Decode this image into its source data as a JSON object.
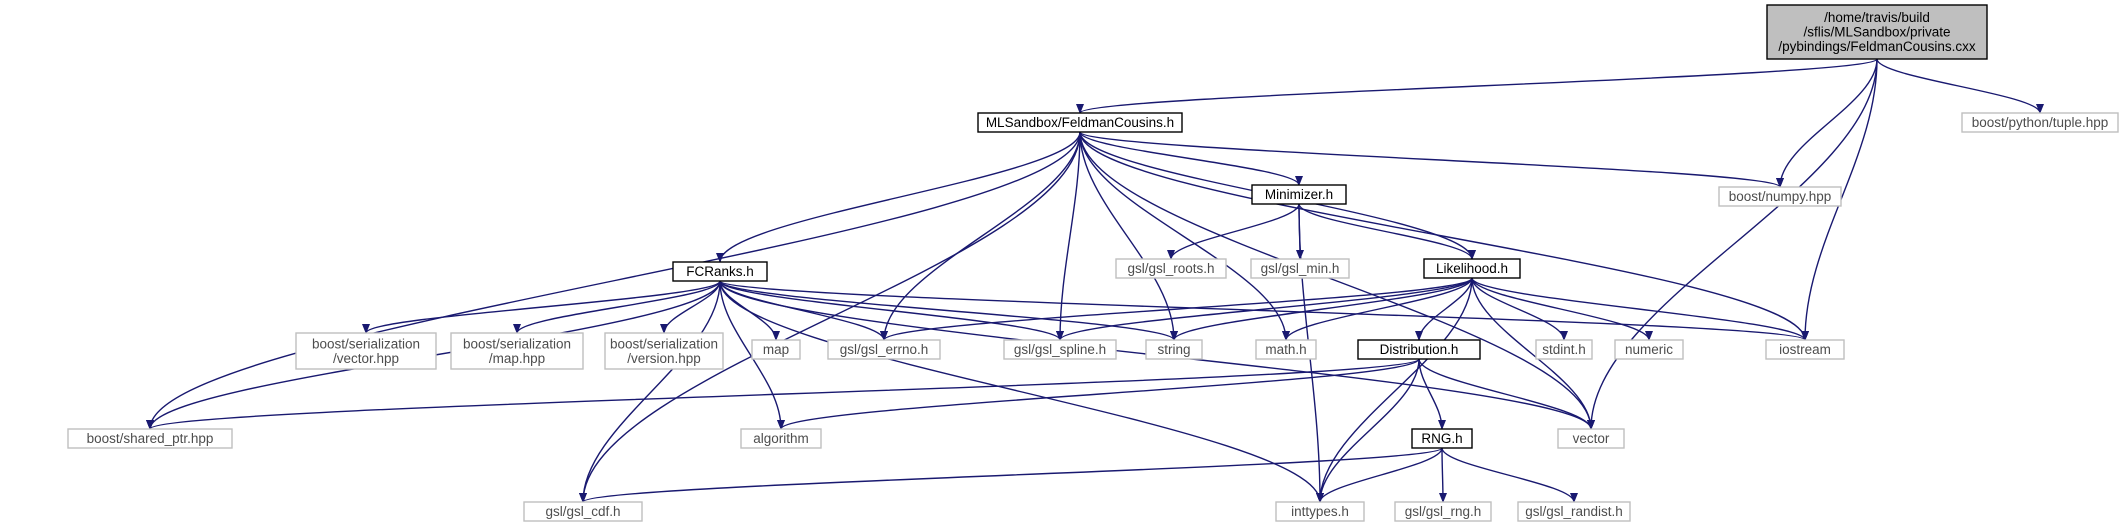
{
  "graph": {
    "nodes": [
      {
        "id": "root",
        "kind": "root",
        "lines": [
          "/home/travis/build",
          "/sflis/MLSandbox/private",
          "/pybindings/FeldmanCousins.cxx"
        ]
      },
      {
        "id": "fc",
        "kind": "documented",
        "lines": [
          "MLSandbox/FeldmanCousins.h"
        ]
      },
      {
        "id": "tuple",
        "kind": "external",
        "lines": [
          "boost/python/tuple.hpp"
        ]
      },
      {
        "id": "numpy",
        "kind": "external",
        "lines": [
          "boost/numpy.hpp"
        ]
      },
      {
        "id": "minimizer",
        "kind": "documented",
        "lines": [
          "Minimizer.h"
        ]
      },
      {
        "id": "roots",
        "kind": "external",
        "lines": [
          "gsl/gsl_roots.h"
        ]
      },
      {
        "id": "gslmin",
        "kind": "external",
        "lines": [
          "gsl/gsl_min.h"
        ]
      },
      {
        "id": "likelihood",
        "kind": "documented",
        "lines": [
          "Likelihood.h"
        ]
      },
      {
        "id": "fcranks",
        "kind": "documented",
        "lines": [
          "FCRanks.h"
        ]
      },
      {
        "id": "servec",
        "kind": "external",
        "lines": [
          "boost/serialization",
          "/vector.hpp"
        ]
      },
      {
        "id": "sermap",
        "kind": "external",
        "lines": [
          "boost/serialization",
          "/map.hpp"
        ]
      },
      {
        "id": "server",
        "kind": "external",
        "lines": [
          "boost/serialization",
          "/version.hpp"
        ]
      },
      {
        "id": "map",
        "kind": "external",
        "lines": [
          "map"
        ]
      },
      {
        "id": "errno",
        "kind": "external",
        "lines": [
          "gsl/gsl_errno.h"
        ]
      },
      {
        "id": "spline",
        "kind": "external",
        "lines": [
          "gsl/gsl_spline.h"
        ]
      },
      {
        "id": "string",
        "kind": "external",
        "lines": [
          "string"
        ]
      },
      {
        "id": "math",
        "kind": "external",
        "lines": [
          "math.h"
        ]
      },
      {
        "id": "distribution",
        "kind": "documented",
        "lines": [
          "Distribution.h"
        ]
      },
      {
        "id": "stdint",
        "kind": "external",
        "lines": [
          "stdint.h"
        ]
      },
      {
        "id": "numeric",
        "kind": "external",
        "lines": [
          "numeric"
        ]
      },
      {
        "id": "iostream",
        "kind": "external",
        "lines": [
          "iostream"
        ]
      },
      {
        "id": "sharedptr",
        "kind": "external",
        "lines": [
          "boost/shared_ptr.hpp"
        ]
      },
      {
        "id": "algorithm",
        "kind": "external",
        "lines": [
          "algorithm"
        ]
      },
      {
        "id": "vector",
        "kind": "external",
        "lines": [
          "vector"
        ]
      },
      {
        "id": "rng",
        "kind": "documented",
        "lines": [
          "RNG.h"
        ]
      },
      {
        "id": "cdf",
        "kind": "external",
        "lines": [
          "gsl/gsl_cdf.h"
        ]
      },
      {
        "id": "inttypes",
        "kind": "external",
        "lines": [
          "inttypes.h"
        ]
      },
      {
        "id": "gslrng",
        "kind": "external",
        "lines": [
          "gsl/gsl_rng.h"
        ]
      },
      {
        "id": "randist",
        "kind": "external",
        "lines": [
          "gsl/gsl_randist.h"
        ]
      }
    ],
    "edges": [
      [
        "root",
        "fc"
      ],
      [
        "root",
        "tuple"
      ],
      [
        "root",
        "numpy"
      ],
      [
        "root",
        "iostream"
      ],
      [
        "root",
        "vector"
      ],
      [
        "fc",
        "numpy"
      ],
      [
        "fc",
        "minimizer"
      ],
      [
        "fc",
        "likelihood"
      ],
      [
        "fc",
        "fcranks"
      ],
      [
        "fc",
        "iostream"
      ],
      [
        "fc",
        "vector"
      ],
      [
        "fc",
        "errno"
      ],
      [
        "fc",
        "spline"
      ],
      [
        "fc",
        "string"
      ],
      [
        "fc",
        "math"
      ],
      [
        "fc",
        "sharedptr"
      ],
      [
        "fc",
        "cdf"
      ],
      [
        "minimizer",
        "roots"
      ],
      [
        "minimizer",
        "gslmin"
      ],
      [
        "minimizer",
        "likelihood"
      ],
      [
        "minimizer",
        "inttypes"
      ],
      [
        "likelihood",
        "errno"
      ],
      [
        "likelihood",
        "spline"
      ],
      [
        "likelihood",
        "string"
      ],
      [
        "likelihood",
        "math"
      ],
      [
        "likelihood",
        "distribution"
      ],
      [
        "likelihood",
        "stdint"
      ],
      [
        "likelihood",
        "numeric"
      ],
      [
        "likelihood",
        "iostream"
      ],
      [
        "likelihood",
        "vector"
      ],
      [
        "likelihood",
        "inttypes"
      ],
      [
        "fcranks",
        "servec"
      ],
      [
        "fcranks",
        "sermap"
      ],
      [
        "fcranks",
        "server"
      ],
      [
        "fcranks",
        "map"
      ],
      [
        "fcranks",
        "errno"
      ],
      [
        "fcranks",
        "spline"
      ],
      [
        "fcranks",
        "string"
      ],
      [
        "fcranks",
        "iostream"
      ],
      [
        "fcranks",
        "vector"
      ],
      [
        "fcranks",
        "algorithm"
      ],
      [
        "fcranks",
        "sharedptr"
      ],
      [
        "fcranks",
        "cdf"
      ],
      [
        "fcranks",
        "inttypes"
      ],
      [
        "distribution",
        "rng"
      ],
      [
        "distribution",
        "sharedptr"
      ],
      [
        "distribution",
        "algorithm"
      ],
      [
        "distribution",
        "vector"
      ],
      [
        "distribution",
        "inttypes"
      ],
      [
        "rng",
        "cdf"
      ],
      [
        "rng",
        "inttypes"
      ],
      [
        "rng",
        "gslrng"
      ],
      [
        "rng",
        "randist"
      ]
    ]
  },
  "colors": {
    "edge": "#191970",
    "documented_border": "#000000",
    "external_border": "#bfbfbf",
    "external_text": "#4d4d4d",
    "root_fill": "#bfbfbf"
  }
}
